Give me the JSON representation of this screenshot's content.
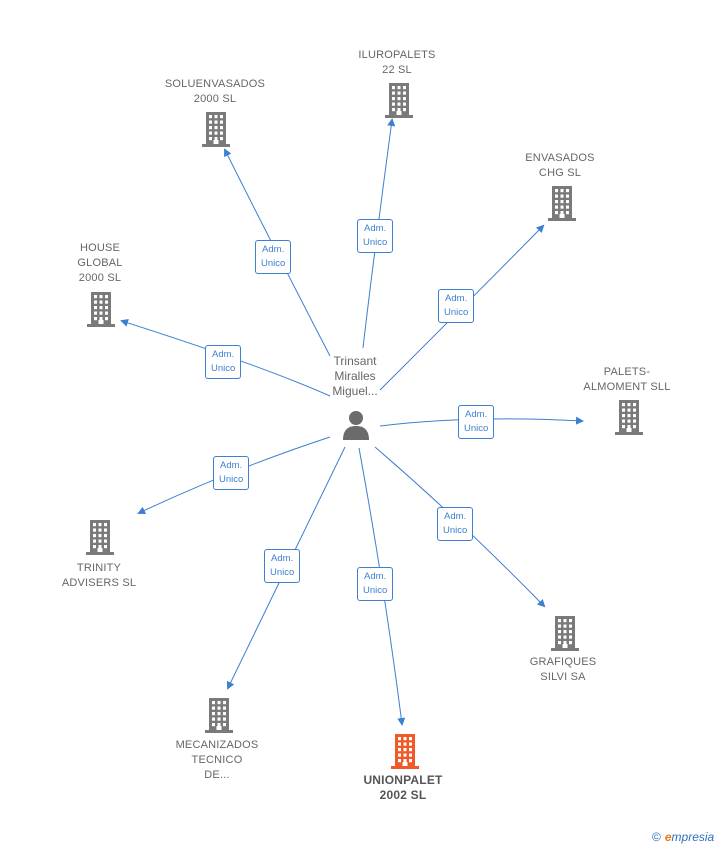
{
  "person": {
    "name_lines": [
      "Trinsant",
      "Miralles",
      "Miguel..."
    ]
  },
  "role": {
    "line1": "Adm.",
    "line2": "Unico"
  },
  "companies": [
    {
      "id": "iluropalets",
      "lines": [
        "ILUROPALETS",
        "22  SL"
      ],
      "focus": false
    },
    {
      "id": "soluenvasados",
      "lines": [
        "SOLUENVASADOS",
        "2000  SL"
      ],
      "focus": false
    },
    {
      "id": "envasados-chg",
      "lines": [
        "ENVASADOS",
        "CHG  SL"
      ],
      "focus": false
    },
    {
      "id": "house-global",
      "lines": [
        "HOUSE",
        "GLOBAL",
        "2000  SL"
      ],
      "focus": false
    },
    {
      "id": "palets-almoment",
      "lines": [
        "PALETS-",
        "ALMOMENT  SLL"
      ],
      "focus": false
    },
    {
      "id": "trinity-advisers",
      "lines": [
        "TRINITY",
        "ADVISERS  SL"
      ],
      "focus": false
    },
    {
      "id": "grafiques-silvi",
      "lines": [
        "GRAFIQUES",
        "SILVI SA"
      ],
      "focus": false
    },
    {
      "id": "mecanizados-tecnico",
      "lines": [
        "MECANIZADOS",
        "TECNICO",
        "DE..."
      ],
      "focus": false
    },
    {
      "id": "unionpalet",
      "lines": [
        "UNIONPALET",
        "2002  SL"
      ],
      "focus": true
    }
  ],
  "colors": {
    "edge": "#3d7fd0",
    "building": "#7a7a7a",
    "building_focus": "#f05a28",
    "person": "#6b6b6b"
  },
  "brand": {
    "copyright": "©",
    "initial": "e",
    "rest": "mpresia"
  }
}
